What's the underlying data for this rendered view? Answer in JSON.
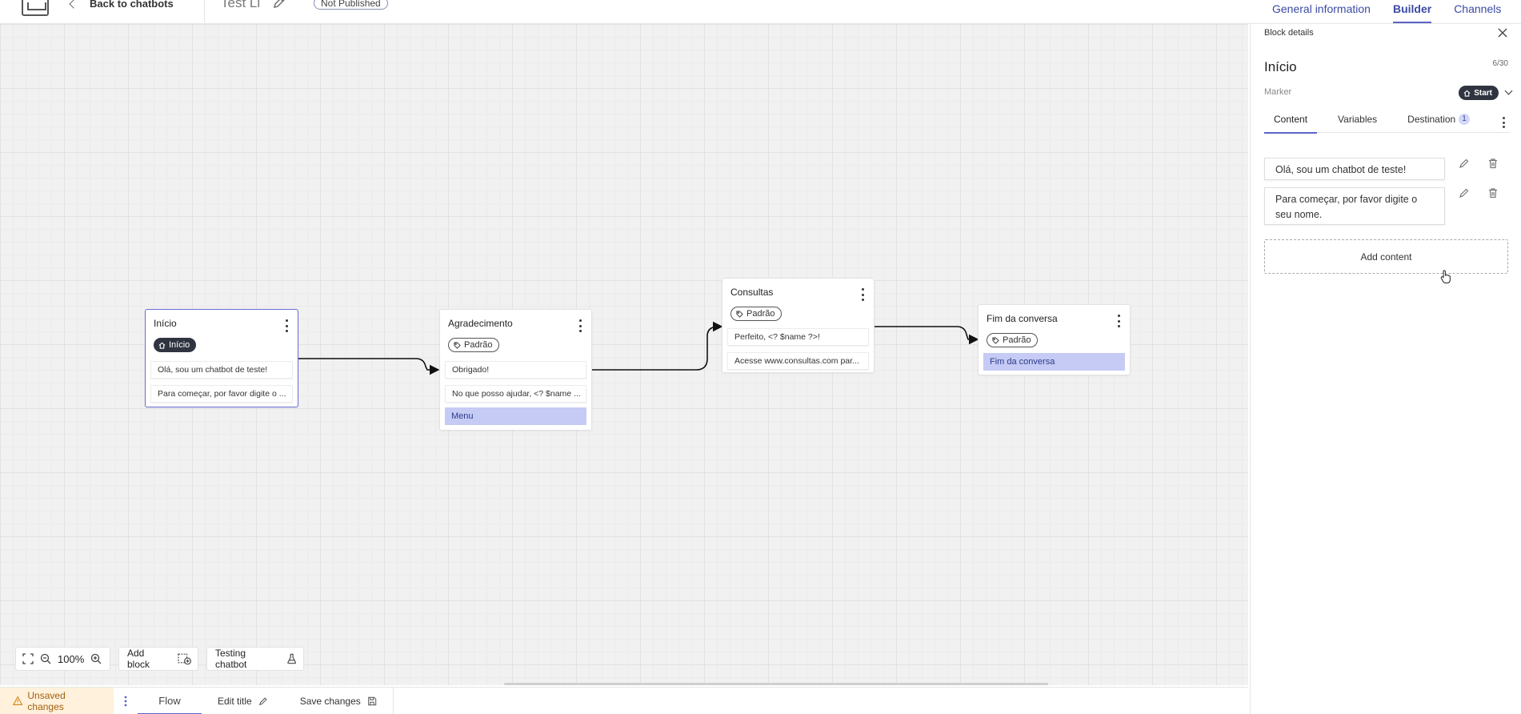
{
  "header": {
    "back_label": "Back to chatbots",
    "bot_name": "Test Li",
    "status": "Not Published",
    "tabs": [
      {
        "label": "General information"
      },
      {
        "label": "Builder"
      },
      {
        "label": "Channels"
      }
    ]
  },
  "canvas": {
    "nodes": [
      {
        "title": "Início",
        "tag": "Início",
        "items": [
          "Olá, sou um chatbot de teste!",
          "Para começar, por favor digite o ..."
        ]
      },
      {
        "title": "Agradecimento",
        "tag": "Padrão",
        "items": [
          "Obrigado!",
          "No que posso ajudar, <? $name ..."
        ],
        "option": "Menu"
      },
      {
        "title": "Consultas",
        "tag": "Padrão",
        "items": [
          "Perfeito, <? $name ?>!",
          "Acesse www.consultas.com par..."
        ]
      },
      {
        "title": "Fim da conversa",
        "tag": "Padrão",
        "option": "Fim da conversa"
      }
    ],
    "toolbar": {
      "zoom": "100%",
      "add_block": "Add block",
      "testing": "Testing chatbot"
    }
  },
  "bottom": {
    "unsaved": "Unsaved changes",
    "flow": "Flow",
    "edit_title": "Edit title",
    "save": "Save changes"
  },
  "panel": {
    "heading": "Block details",
    "name": "Início",
    "count": "6/30",
    "marker_label": "Marker",
    "marker_value": "Start",
    "tabs": [
      {
        "label": "Content"
      },
      {
        "label": "Variables"
      },
      {
        "label": "Destination",
        "badge": "1"
      }
    ],
    "contents": [
      "Olá, sou um chatbot de teste!",
      "Para começar, por favor digite o seu nome."
    ],
    "add_content": "Add content"
  },
  "colors": {
    "accent": "#5b64c8",
    "option_fill": "#c5cbf4",
    "dark_tag": "#2f3440",
    "warning_bg": "#fff1dc"
  }
}
